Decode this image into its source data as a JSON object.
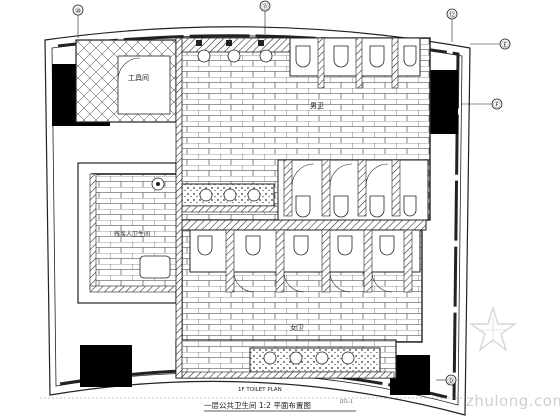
{
  "drawing": {
    "caption": "一层公共卫生间 1:2 平面布置图",
    "caption_small": "DTL-1",
    "subcaption": "1F TOILET PLAN",
    "room_labels": {
      "men": "男卫",
      "women": "女卫",
      "accessible": "残疾人卫生间",
      "janitor": "工具间"
    },
    "grid_markers": {
      "top_left": "⑩",
      "top_mid": "⑪",
      "top_right": "⑫",
      "right_upper": "Ⓔ",
      "right_mid": "Ⓕ",
      "right_lower": "Ⓓ"
    }
  },
  "watermark": {
    "text": "zhulong.com"
  }
}
